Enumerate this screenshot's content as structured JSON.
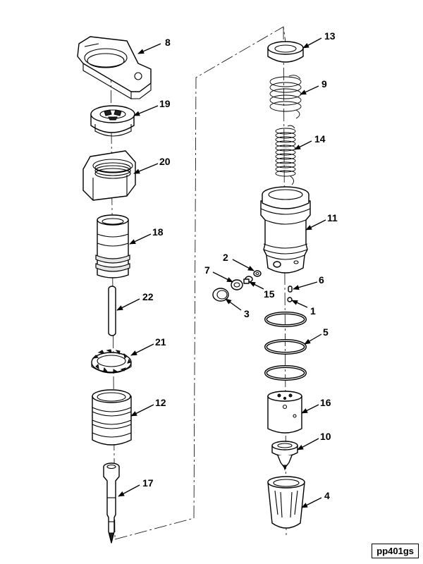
{
  "callouts": {
    "c1": "1",
    "c2": "2",
    "c3": "3",
    "c4": "4",
    "c5": "5",
    "c6": "6",
    "c7": "7",
    "c8": "8",
    "c9": "9",
    "c10": "10",
    "c11": "11",
    "c12": "12",
    "c13": "13",
    "c14": "14",
    "c15": "15",
    "c16": "16",
    "c17": "17",
    "c18": "18",
    "c19": "19",
    "c20": "20",
    "c21": "21",
    "c22": "22"
  },
  "figure_id": "pp401gs"
}
